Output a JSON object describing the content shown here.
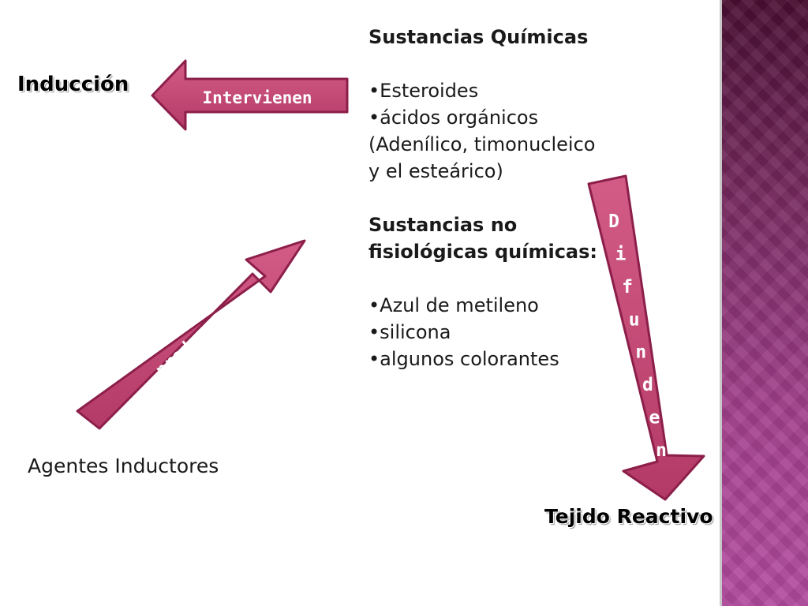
{
  "nodes": {
    "induccion": "Inducción",
    "agentes": "Agentes Inductores",
    "tejido": "Tejido Reactivo"
  },
  "arrows": {
    "intervienen": "Intervienen",
    "producen": "producen",
    "difunden": [
      "D",
      "i",
      "f",
      "u",
      "n",
      "d",
      "e",
      "n"
    ]
  },
  "substances": {
    "heading1": "Sustancias Químicas",
    "list1": [
      "Esteroides",
      "ácidos orgánicos (Adenílico, timonucleico y el esteárico)"
    ],
    "heading2": "Sustancias no fisiológicas químicas:",
    "list2": [
      "Azul de metileno",
      "silicona",
      "algunos colorantes"
    ]
  },
  "colors": {
    "arrow_fill": "#c0456f",
    "arrow_stroke": "#8c1f4a",
    "side_band": "#7a2c63"
  }
}
